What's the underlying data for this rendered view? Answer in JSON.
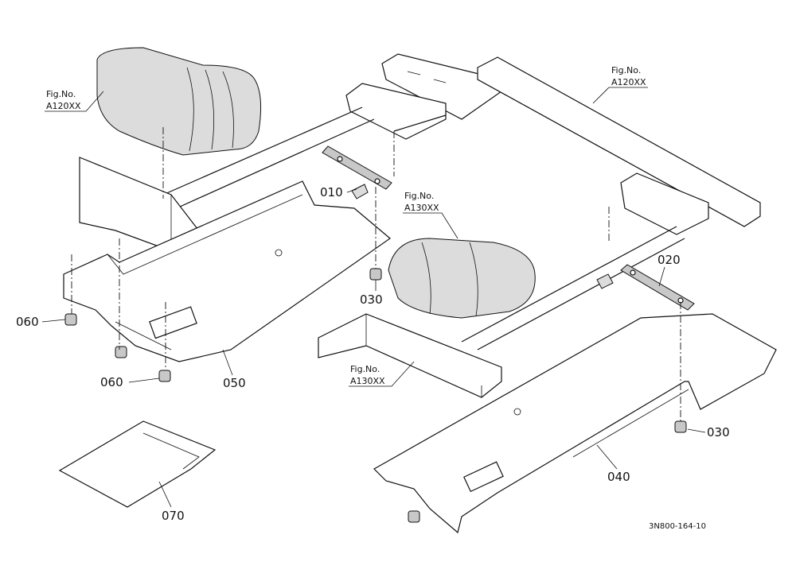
{
  "figure_refs": {
    "top_left": {
      "line1": "Fig.No.",
      "line2": "A120XX"
    },
    "top_right": {
      "line1": "Fig.No.",
      "line2": "A120XX"
    },
    "center": {
      "line1": "Fig.No.",
      "line2": "A130XX"
    },
    "lower_mid": {
      "line1": "Fig.No.",
      "line2": "A130XX"
    }
  },
  "part_callouts": {
    "p010": "010",
    "p020": "020",
    "p030_left": "030",
    "p030_right": "030",
    "p040": "040",
    "p050": "050",
    "p060_left": "060",
    "p060_bottom": "060",
    "p070": "070"
  },
  "drawing_code": "3N800-164-10"
}
